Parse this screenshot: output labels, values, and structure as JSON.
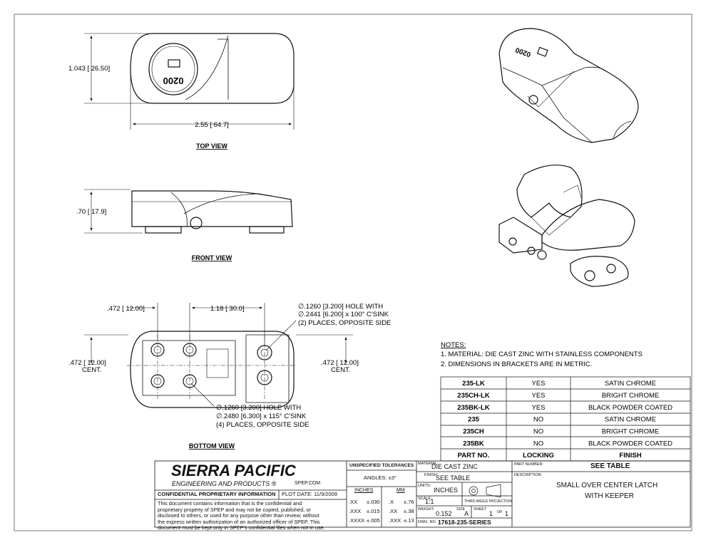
{
  "views": {
    "top": {
      "title": "TOP VIEW",
      "dim_height": "1.043",
      "dim_height_mm": "26.50",
      "dim_length": "2.55",
      "dim_length_mm": "64.7",
      "marking": "0200"
    },
    "front": {
      "title": "FRONT VIEW",
      "dim_height": ".70",
      "dim_height_mm": "17.9"
    },
    "bottom": {
      "title": "BOTTOM VIEW",
      "dim_left": ".472",
      "dim_left_mm": "12.00",
      "dim_span": "1.18",
      "dim_span_mm": "30.0",
      "dim_cent_left": ".472",
      "dim_cent_left_mm": "12.00",
      "dim_cent_right": ".472",
      "dim_cent_right_mm": "12.00",
      "cent_label": "CENT.",
      "callout_top": [
        "∅.1260 [3.200] HOLE WITH",
        "∅.2441 [6.200] x 100° C'SINK",
        "(2) PLACES, OPPOSITE SIDE"
      ],
      "callout_bottom": [
        "∅.1260 [3.200] HOLE WITH",
        "∅.2480 [6.300] x 115° C'SINK",
        "(4) PLACES, OPPOSITE SIDE"
      ]
    }
  },
  "iso_marking": "0200",
  "notes": {
    "title": "NOTES:",
    "items": [
      "1.   MATERIAL: DIE CAST ZINC WITH STAINLESS COMPONENTS",
      "2.   DIMENSIONS IN BRACKETS ARE IN METRIC."
    ]
  },
  "parts_table": {
    "rows": [
      {
        "part": "235-LK",
        "locking": "YES",
        "finish": "SATIN CHROME"
      },
      {
        "part": "235CH-LK",
        "locking": "YES",
        "finish": "BRIGHT CHROME"
      },
      {
        "part": "235BK-LK",
        "locking": "YES",
        "finish": "BLACK POWDER COATED"
      },
      {
        "part": "235",
        "locking": "NO",
        "finish": "SATIN CHROME"
      },
      {
        "part": "235CH",
        "locking": "NO",
        "finish": "BRIGHT CHROME"
      },
      {
        "part": "235BK",
        "locking": "NO",
        "finish": "BLACK POWDER COATED"
      }
    ],
    "headers": {
      "part": "PART NO.",
      "locking": "LOCKING",
      "finish": "FINISH"
    }
  },
  "title_block": {
    "company": "SIERRA PACIFIC",
    "company_sub": "ENGINEERING AND PRODUCTS",
    "website": "SPEP.COM",
    "confidential_title": "CONFIDENTIAL PROPRIETARY INFORMATION",
    "plot_date": "PLOT DATE: 11/9/2009",
    "confidential_text": [
      "This document contains information that is the confidential and",
      "proprietary property of SPEP and may not be copied, published, or",
      "disclosed to others, or used for any purpose  other than review, without",
      "the express written authorization of an authorized officer of SPEP. This",
      "document must be kept only in SPEP's confidential files when not in use."
    ],
    "tolerances_title": "UNSPECIFIED TOLERANCES",
    "angles": "ANGLES: ±3°",
    "inches_label": "INCHES",
    "mm_label": "MM",
    "tol_rows": [
      {
        "in": ".XX",
        "in_tol": "±.030",
        "mm": ".X",
        "mm_tol": "±.76"
      },
      {
        "in": ".XXX",
        "in_tol": "±.015",
        "mm": ".XX",
        "mm_tol": "±.38"
      },
      {
        "in": ".XXXX",
        "in_tol": "±.005",
        "mm": ".XXX",
        "mm_tol": "±.13"
      }
    ],
    "material_label": "MATERIAL:",
    "material": "DIE CAST ZINC",
    "finish_label": "FINISH:",
    "finish": "SEE TABLE",
    "units_label": "UNITS:",
    "units": "INCHES",
    "scale_label": "SCALE:",
    "scale": "1:1",
    "projection": "THIRD ANGLE PROJECTION",
    "weight_label": "WEIGHT:",
    "weight": "0.152",
    "size_label": "SIZE",
    "size": "A",
    "sheet_label": "SHEET",
    "sheet_num": "1",
    "of_label": "OF",
    "sheet_total": "1",
    "dwg_label": "DWG. NO.",
    "dwg_no": "17618-235-SERIES",
    "part_number_label": "PART NUMBER:",
    "part_number": "SEE TABLE",
    "description_label": "DESCRIPTION:",
    "description_lines": [
      "SMALL OVER CENTER LATCH",
      "WITH KEEPER"
    ]
  }
}
